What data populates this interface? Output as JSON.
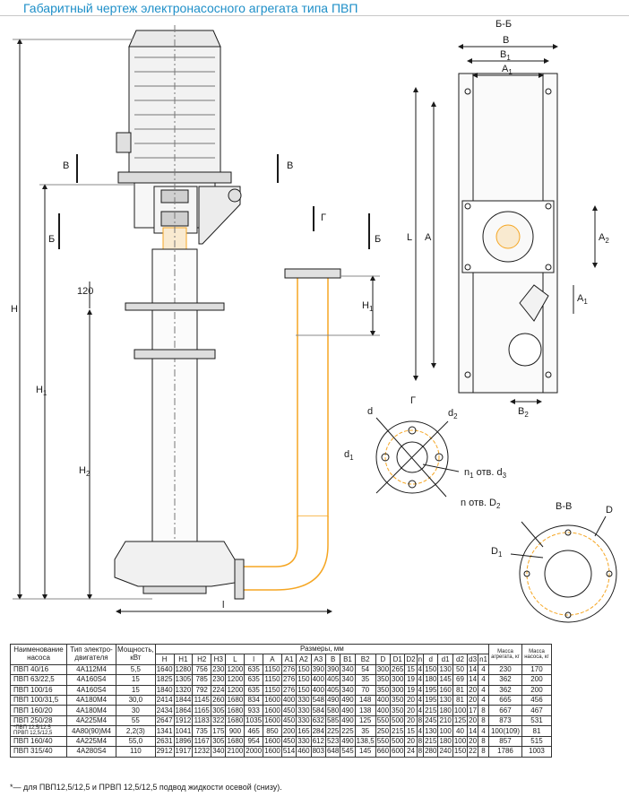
{
  "header": {
    "title": "Габаритный чертеж электронасосного агрегата типа ПВП"
  },
  "drawing": {
    "labels": {
      "section_bb": "Б-Б",
      "section_vv": "В-В",
      "view_g": "Г",
      "v": "В",
      "b": "Б",
      "g": "Г",
      "H": "H",
      "H1": "H",
      "H1_sub": "1",
      "H2": "H",
      "H2_sub": "2",
      "H3": "H",
      "H3_sub": "1",
      "dim120": "120",
      "L": "L",
      "l": "l",
      "A": "A",
      "A1": "A",
      "A1_sub": "1",
      "A2": "A",
      "A2_sub": "2",
      "B": "B",
      "B1": "B",
      "B1_sub": "1",
      "B2": "B",
      "B2_sub": "2",
      "d": "d",
      "d1": "d",
      "d1_sub": "1",
      "d2": "d",
      "d2_sub": "2",
      "n1d3": "n",
      "n1d3_rest": " отв. d",
      "n1_sub": "1",
      "d3_sub": "3",
      "nD2": "n отв. D",
      "D2_sub": "2",
      "D": "D",
      "D1": "D",
      "D1_sub": "1"
    },
    "colors": {
      "accent": "#f5a623",
      "line": "#1a1a1a",
      "title": "#1e8fc8"
    }
  },
  "table": {
    "head": {
      "name": "Наименование насоса",
      "motor": "Тип электро- двигателя",
      "power": "Мощность, кВт",
      "sizes": "Размеры, мм",
      "mass_unit": "Масса агрегата, кг",
      "mass_pump": "Масса насоса, кг"
    },
    "columns": [
      "H",
      "H1",
      "H2",
      "H3",
      "L",
      "l",
      "A",
      "A1",
      "A2",
      "A3",
      "B",
      "B1",
      "B2",
      "D",
      "D1",
      "D2",
      "n",
      "d",
      "d1",
      "d2",
      "d3",
      "n1"
    ],
    "rows": [
      {
        "name": "ПВП 40/16",
        "motor": "4А112М4",
        "power": "5,5",
        "v": [
          "1640",
          "1280",
          "756",
          "230",
          "1200",
          "635",
          "1150",
          "276",
          "150",
          "390",
          "390",
          "340",
          "54",
          "300",
          "265",
          "15",
          "4",
          "150",
          "130",
          "50",
          "14",
          "4"
        ],
        "mu": "230",
        "mp": "170"
      },
      {
        "name": "ПВП 63/22,5",
        "motor": "4А160S4",
        "power": "15",
        "v": [
          "1825",
          "1305",
          "785",
          "230",
          "1200",
          "635",
          "1150",
          "276",
          "150",
          "400",
          "405",
          "340",
          "35",
          "350",
          "300",
          "19",
          "4",
          "180",
          "145",
          "69",
          "14",
          "4"
        ],
        "mu": "362",
        "mp": "200"
      },
      {
        "name": "ПВП 100/16",
        "motor": "4А160S4",
        "power": "15",
        "v": [
          "1840",
          "1320",
          "792",
          "224",
          "1200",
          "635",
          "1150",
          "276",
          "150",
          "400",
          "405",
          "340",
          "70",
          "350",
          "300",
          "19",
          "4",
          "195",
          "160",
          "81",
          "20",
          "4"
        ],
        "mu": "362",
        "mp": "200"
      },
      {
        "name": "ПВП 100/31,5",
        "motor": "4А180М4",
        "power": "30,0",
        "v": [
          "2414",
          "1844",
          "1145",
          "260",
          "1680",
          "834",
          "1600",
          "400",
          "330",
          "548",
          "490",
          "490",
          "148",
          "400",
          "350",
          "20",
          "4",
          "195",
          "130",
          "81",
          "20",
          "4"
        ],
        "mu": "665",
        "mp": "456"
      },
      {
        "name": "ПВП 160/20",
        "motor": "4А180М4",
        "power": "30",
        "v": [
          "2434",
          "1864",
          "1165",
          "305",
          "1680",
          "933",
          "1600",
          "450",
          "330",
          "584",
          "580",
          "490",
          "138",
          "400",
          "350",
          "20",
          "4",
          "215",
          "180",
          "100",
          "17",
          "8"
        ],
        "mu": "667",
        "mp": "467"
      },
      {
        "name": "ПВП 250/28",
        "motor": "4А225М4",
        "power": "55",
        "v": [
          "2647",
          "1912",
          "1183",
          "322",
          "1680",
          "1035",
          "1600",
          "450",
          "330",
          "632",
          "585",
          "490",
          "125",
          "550",
          "500",
          "20",
          "8",
          "245",
          "210",
          "125",
          "20",
          "8"
        ],
        "mu": "873",
        "mp": "531"
      },
      {
        "name": "*ПВП 12,5/12,5 ПРВП 12,5/12,5",
        "motor": "4А80(90)М4",
        "power": "2,2(3)",
        "v": [
          "1341",
          "1041",
          "735",
          "175",
          "900",
          "465",
          "850",
          "200",
          "165",
          "284",
          "225",
          "225",
          "35",
          "250",
          "215",
          "15",
          "4",
          "130",
          "100",
          "40",
          "14",
          "4"
        ],
        "mu": "100(109)",
        "mp": "81"
      },
      {
        "name": "ПВП 160/40",
        "motor": "4А225М4",
        "power": "55,0",
        "v": [
          "2631",
          "1896",
          "1167",
          "305",
          "1680",
          "954",
          "1600",
          "450",
          "330",
          "612",
          "523",
          "490",
          "138,5",
          "550",
          "500",
          "20",
          "8",
          "215",
          "180",
          "100",
          "20",
          "8"
        ],
        "mu": "857",
        "mp": "515"
      },
      {
        "name": "ПВП 315/40",
        "motor": "4А280S4",
        "power": "110",
        "v": [
          "2912",
          "1917",
          "1232",
          "340",
          "2100",
          "2000",
          "1600",
          "514",
          "460",
          "803",
          "648",
          "545",
          "145",
          "660",
          "600",
          "24",
          "8",
          "280",
          "240",
          "150",
          "22",
          "8"
        ],
        "mu": "1786",
        "mp": "1003"
      }
    ]
  },
  "footnote": "*— для ПВП12,5/12,5 и ПРВП 12,5/12,5 подвод жидкости осевой (снизу)."
}
